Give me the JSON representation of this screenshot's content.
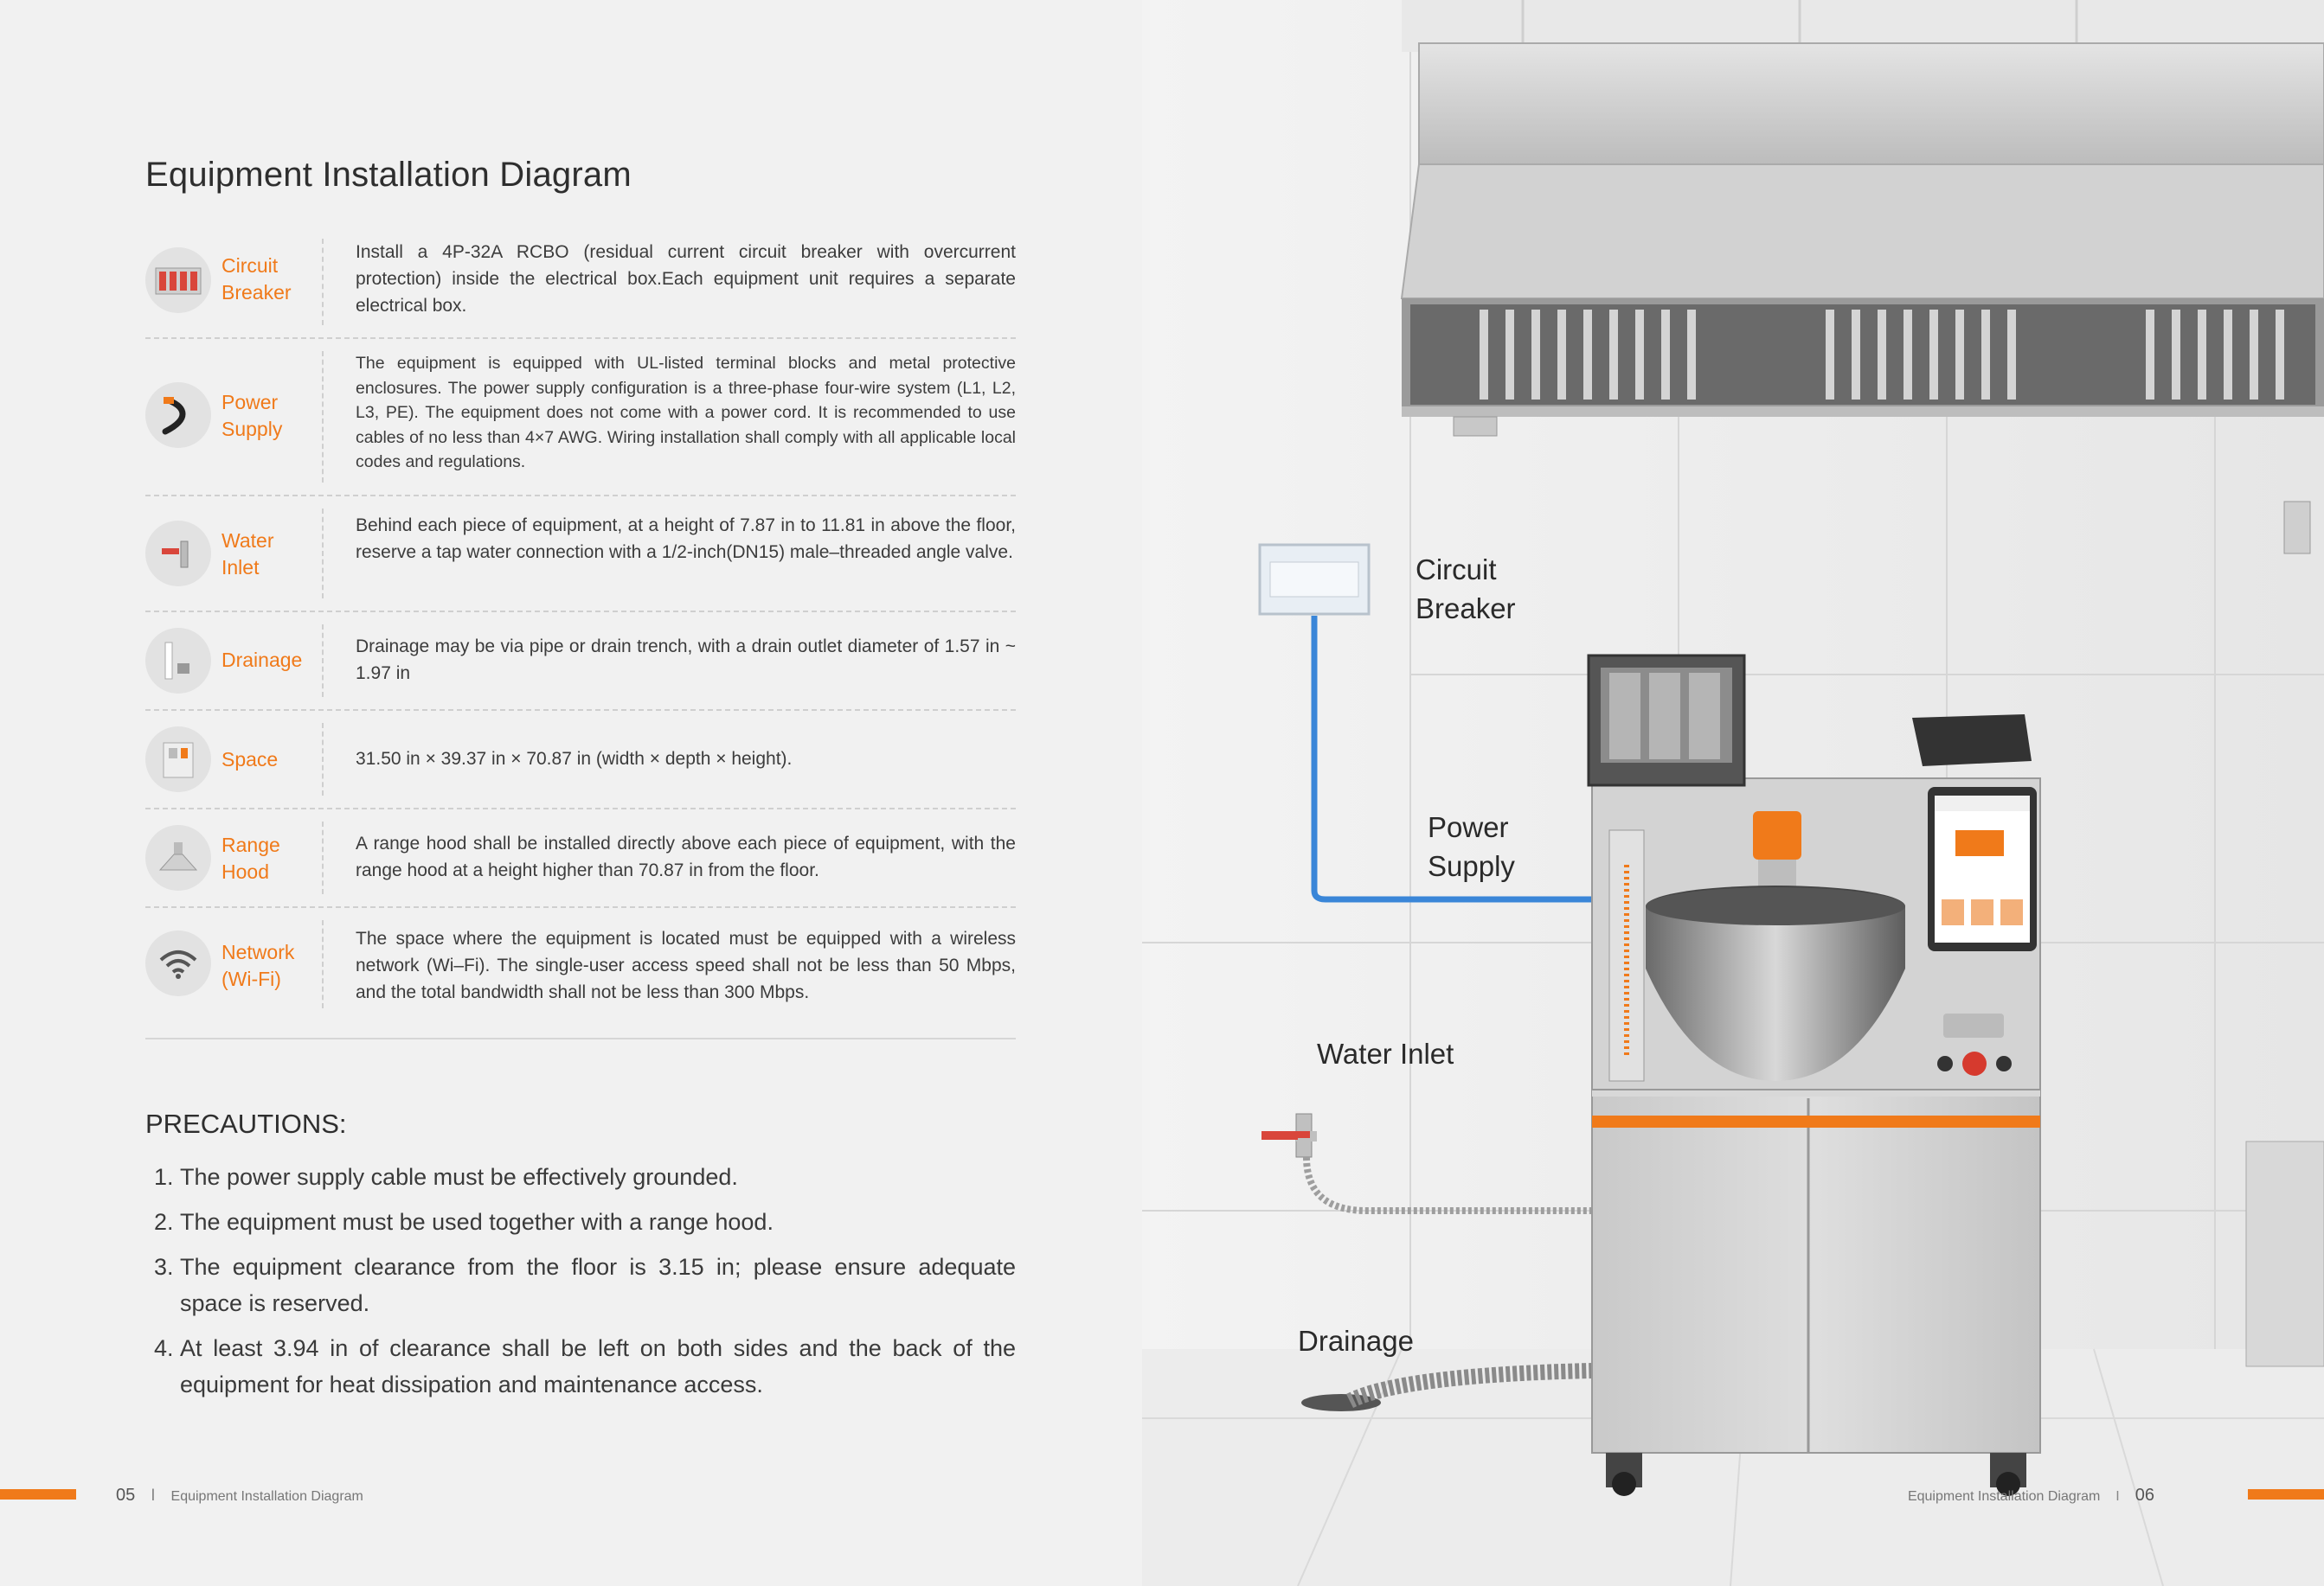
{
  "title": "Equipment Installation Diagram",
  "specs": [
    {
      "label": "Circuit\nBreaker",
      "desc": "Install a 4P-32A RCBO (residual current circuit breaker with overcurrent protection) inside the electrical box.Each equipment unit requires a separate electrical box.",
      "icon": "circuit-breaker-icon"
    },
    {
      "label": "Power\nSupply",
      "desc": "The equipment is equipped with UL-listed terminal blocks and metal protective enclosures. The power supply configuration is a three-phase four-wire system (L1, L2, L3, PE). The equipment does not come with a power cord. It is recommended to use cables of no less than 4×7 AWG. Wiring installation shall comply with all applicable local codes and regulations.",
      "icon": "power-cable-icon"
    },
    {
      "label": "Water\nInlet",
      "desc": "Behind each piece of equipment, at a height of 7.87 in to 11.81 in above the floor, reserve a tap water connection with a 1/2-inch(DN15) male–threaded angle valve.",
      "icon": "water-valve-icon"
    },
    {
      "label": "Drainage",
      "desc": "Drainage may be via pipe or drain trench, with a drain outlet diameter of 1.57 in ~ 1.97 in",
      "icon": "drain-pipe-icon"
    },
    {
      "label": "Space",
      "desc": "31.50 in × 39.37 in × 70.87 in (width × depth × height).",
      "icon": "equipment-space-icon"
    },
    {
      "label": "Range\nHood",
      "desc": "A range hood shall be installed directly above each piece of equipment, with the range hood at a height higher than 70.87 in from the floor.",
      "icon": "range-hood-icon"
    },
    {
      "label": "Network\n(Wi-Fi)",
      "desc": "The space where the equipment is located must be equipped with a wireless network (Wi–Fi). The single-user access speed shall not be less than 50 Mbps, and the total bandwidth shall not be less than 300 Mbps.",
      "icon": "wifi-icon"
    }
  ],
  "precautions": {
    "title": "PRECAUTIONS:",
    "items": [
      {
        "num": "1.",
        "text": "The power supply cable must be effectively grounded."
      },
      {
        "num": "2.",
        "text": "The equipment must be used together with a range hood."
      },
      {
        "num": "3.",
        "text": "The equipment clearance from the floor is 3.15 in; please ensure adequate space is reserved."
      },
      {
        "num": "4.",
        "text": "At least 3.94 in of clearance shall be left on both sides and the back of the equipment for heat dissipation and maintenance access."
      }
    ]
  },
  "footer": {
    "left_page": "05",
    "separator": "I",
    "left_text": "Equipment Installation Diagram",
    "right_text": "Equipment Installation Diagram",
    "right_page": "06"
  },
  "callouts": {
    "circuit_breaker": "Circuit\nBreaker",
    "power_supply": "Power\nSupply",
    "water_inlet": "Water Inlet",
    "drainage": "Drainage"
  },
  "colors": {
    "accent": "#f07a1a",
    "pipe_blue": "#3a86d8",
    "text_dark": "#2e2e2e"
  }
}
